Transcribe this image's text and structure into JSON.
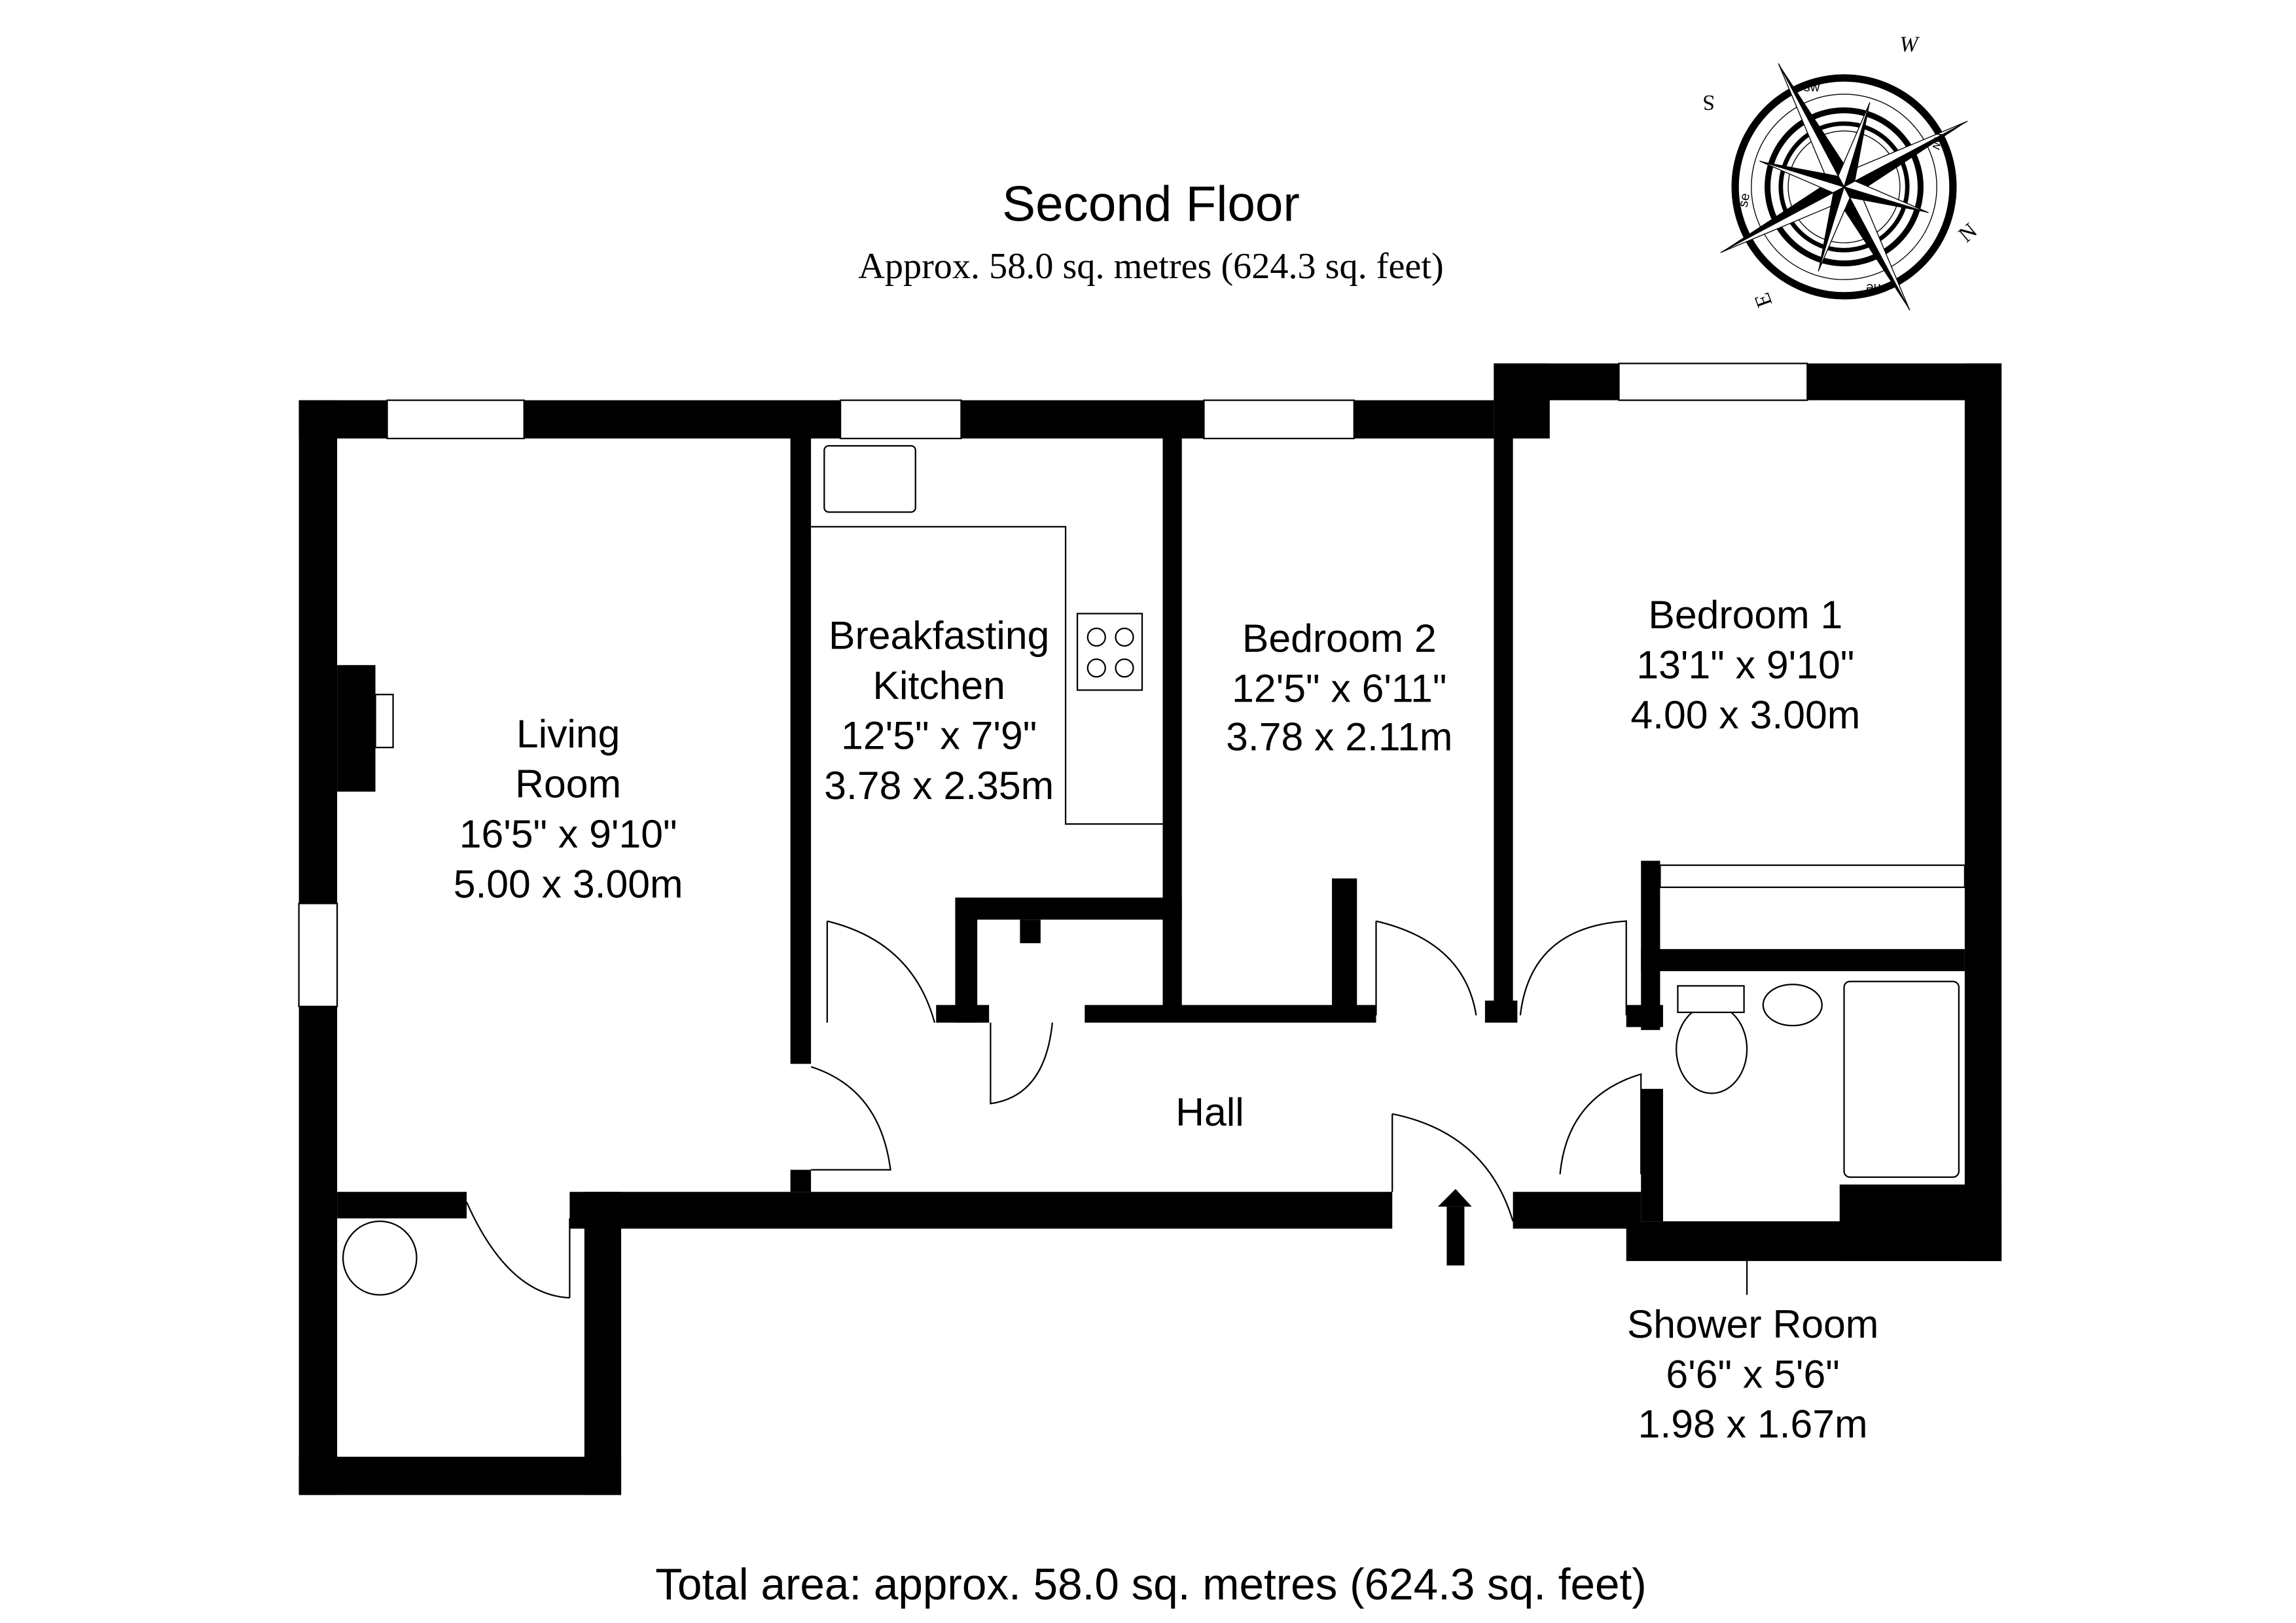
{
  "header": {
    "floor_title": "Second Floor",
    "floor_area": "Approx. 58.0 sq. metres (624.3 sq. feet)"
  },
  "compass": {
    "labels": [
      "W",
      "S",
      "N",
      "E",
      "sw",
      "nw",
      "se",
      "ne"
    ]
  },
  "rooms": [
    {
      "name_lines": [
        "Living",
        "Room"
      ],
      "imperial": "16'5\" x 9'10\"",
      "metric": "5.00 x 3.00m"
    },
    {
      "name_lines": [
        "Breakfasting",
        "Kitchen"
      ],
      "imperial": "12'5\" x 7'9\"",
      "metric": "3.78 x 2.35m"
    },
    {
      "name_lines": [
        "Bedroom 2"
      ],
      "imperial": "12'5\" x 6'11\"",
      "metric": "3.78 x 2.11m"
    },
    {
      "name_lines": [
        "Bedroom 1"
      ],
      "imperial": "13'1\" x 9'10\"",
      "metric": "4.00 x 3.00m"
    },
    {
      "name_lines": [
        "Hall"
      ]
    },
    {
      "name_lines": [
        "Shower Room"
      ],
      "imperial": "6'6\" x 5'6\"",
      "metric": "1.98 x 1.67m"
    }
  ],
  "footer": {
    "total_area": "Total area: approx. 58.0 sq. metres (624.3 sq. feet)"
  }
}
